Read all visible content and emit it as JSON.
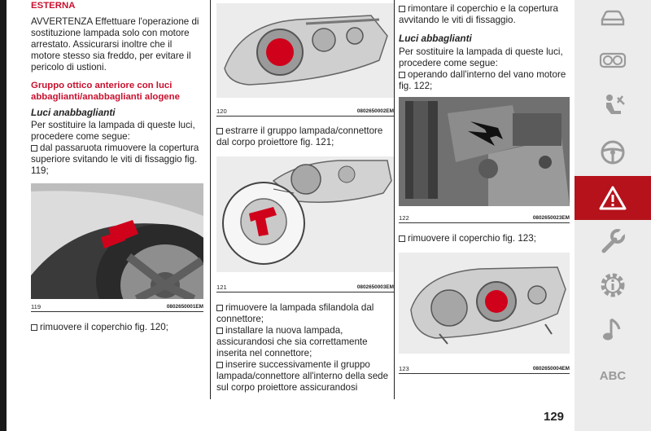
{
  "page_number": "129",
  "col1": {
    "heading_top": "ESTERNA",
    "warning_text": "AVVERTENZA Effettuare l'operazione di sostituzione lampada solo con motore arrestato. Assicurarsi inoltre che il motore stesso sia freddo, per evitare il pericolo di ustioni.",
    "section_title": "Gruppo ottico anteriore con luci abbaglianti/anabbaglianti alogene",
    "subsection": "Luci anabbaglianti",
    "intro": "Per sostituire la lampada di queste luci, procedere come segue:",
    "step1": "dal passaruota rimuovere la copertura superiore svitando le viti di fissaggio fig. 119;",
    "fig_num": "119",
    "fig_code": "0802650001EM",
    "step2": "rimuovere il coperchio fig. 120;"
  },
  "col2": {
    "fig1_num": "120",
    "fig1_code": "0802650002EM",
    "step1": "estrarre il gruppo lampada/connettore dal corpo proiettore fig. 121;",
    "fig2_num": "121",
    "fig2_code": "0802650003EM",
    "step2": "rimuovere la lampada sfilandola dal connettore;",
    "step3": "installare la nuova lampada, assicurandosi che sia correttamente inserita nel connettore;",
    "step4": "inserire successivamente il gruppo lampada/connettore all'interno della sede sul corpo proiettore assicurandosi"
  },
  "col3": {
    "step1": "rimontare il coperchio e la copertura avvitando le viti di fissaggio.",
    "subsection": "Luci abbaglianti",
    "intro": "Per sostituire la lampada di queste luci, procedere come segue:",
    "step2": "operando dall'interno del vano motore fig. 122;",
    "fig1_num": "122",
    "fig1_code": "0802650023EM",
    "step3": "rimuovere il coperchio fig. 123;",
    "fig2_num": "123",
    "fig2_code": "0802650004EM"
  },
  "sidebar": {
    "items": [
      {
        "icon": "car-icon"
      },
      {
        "icon": "dashboard-gauges-icon"
      },
      {
        "icon": "seat-airbag-icon"
      },
      {
        "icon": "steering-wheel-icon"
      },
      {
        "icon": "warning-triangle-icon"
      },
      {
        "icon": "wrench-icon"
      },
      {
        "icon": "gear-info-icon"
      },
      {
        "icon": "music-note-icon"
      },
      {
        "label": "ABC"
      }
    ],
    "active_index": 4,
    "active_color": "#b5121b"
  },
  "colors": {
    "accent_red": "#c8102e",
    "highlight_red": "#d0021b"
  }
}
